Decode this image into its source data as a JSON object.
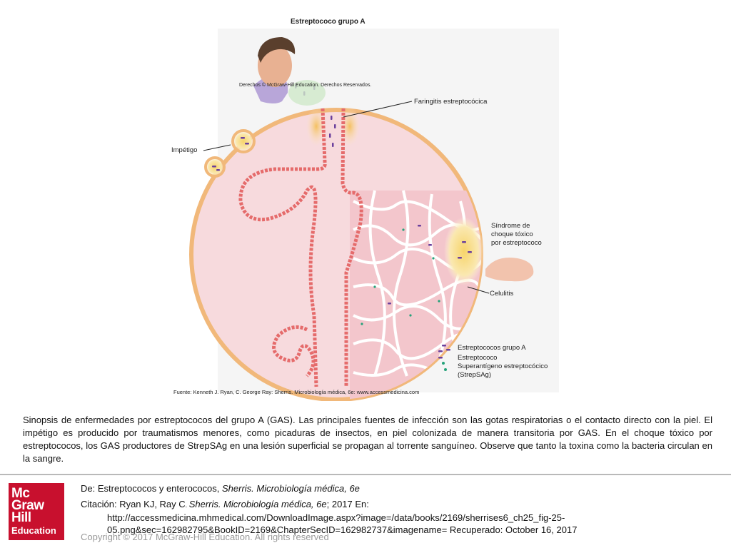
{
  "figure": {
    "title": "Estreptococo grupo A",
    "labels": {
      "impetigo": "Impétigo",
      "pharyngitis": "Faringitis estreptocócica",
      "toxic_shock": [
        "Síndrome de",
        "choque tóxico",
        "por estreptococo"
      ],
      "cellulitis": "Celulitis"
    },
    "legend": [
      {
        "icon": "group-a-strep",
        "label": "Estreptococos grupo A"
      },
      {
        "icon": "strep",
        "label": "Estreptococo"
      },
      {
        "icon": "superantigen",
        "label": "Superantígeno estreptocócico"
      },
      {
        "icon": "none",
        "label": "(StrepSAg)"
      }
    ],
    "credit": [
      "Derechos © McGraw-Hill Education. Derechos Reservados."
    ],
    "source": "Fuente: Kenneth J. Ryan, C. George Ray: Sherris. Microbiología médica, 6e: www.accessmedicina.com",
    "colors": {
      "skin": "#f6d7da",
      "border": "#f1b87a",
      "vessel": "#e56b6b",
      "bacteria": "#6a3f9c",
      "toxin": "#25a27a"
    }
  },
  "caption": "Sinopsis de enfermedades por estreptococos del grupo A (GAS). Las principales fuentes de infección son las gotas respiratorias o el contacto directo con la piel. El impétigo es producido por traumatismos menores, como picaduras de insectos, en piel colonizada de manera transitoria por GAS. En el choque tóxico por estreptococos, los GAS productores de StrepSAg en una lesión superficial se propagan al torrente sanguíneo. Observe que tanto la toxina como la bacteria circulan en la sangre.",
  "reference": {
    "from_prefix": "De: Estreptococos y enterococos, ",
    "from_book": "Sherris. Microbiología médica, 6e",
    "cite_prefix": "Citación: Ryan KJ, Ray C",
    "cite_sep": ". ",
    "cite_book": "Sherris. Microbiología médica, 6e",
    "cite_suffix": "; 2017 En:",
    "url_line1": "http://accessmedicina.mhmedical.com/DownloadImage.aspx?image=/data/books/2169/sherrises6_ch25_fig-25-",
    "url_line2": "05.png&sec=162982795&BookID=2169&ChapterSecID=162982737&imagename= Recuperado: October 16, 2017"
  },
  "copyright": "Copyright © 2017 McGraw-Hill Education. All rights reserved",
  "logo": [
    "Mc",
    "Graw",
    "Hill",
    "Education"
  ]
}
